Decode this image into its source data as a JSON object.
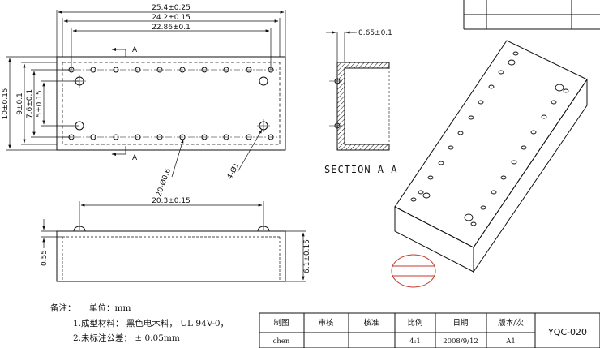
{
  "top_view": {
    "dim_overall": "25.4±0.25",
    "dim_inner": "24.2±0.15",
    "dim_pitch_span": "22.86±0.1",
    "dim_height": "10±0.15",
    "dim_9": "9±0.1",
    "dim_7_6": "7.6±0.1",
    "dim_5": "5±0.15",
    "section_mark": "A",
    "callout_pins": "20-Ø0.6",
    "callout_holes": "4-Ø1"
  },
  "section": {
    "label": "SECTION  A-A",
    "wall": "0.65±0.1"
  },
  "side_view": {
    "dim_span": "20.3±0.15",
    "dim_left": "0.55",
    "dim_right": "6.1±0.15"
  },
  "notes": {
    "heading": "备注：",
    "unit": "单位：mm",
    "item1": "1.成型材料：  黑色电木料， UL 94V-0，",
    "item2": "2.未标注公差：  ± 0.05mm"
  },
  "title_block": {
    "h_drawn": "制图",
    "h_check": "审核",
    "h_approve": "核准",
    "h_scale": "比例",
    "h_date": "日期",
    "h_version": "版本/次",
    "v_drawn": "chen",
    "v_scale": "4:1",
    "v_date": "2008/9/12",
    "v_version": "A1",
    "part_no": "YQC-020"
  }
}
